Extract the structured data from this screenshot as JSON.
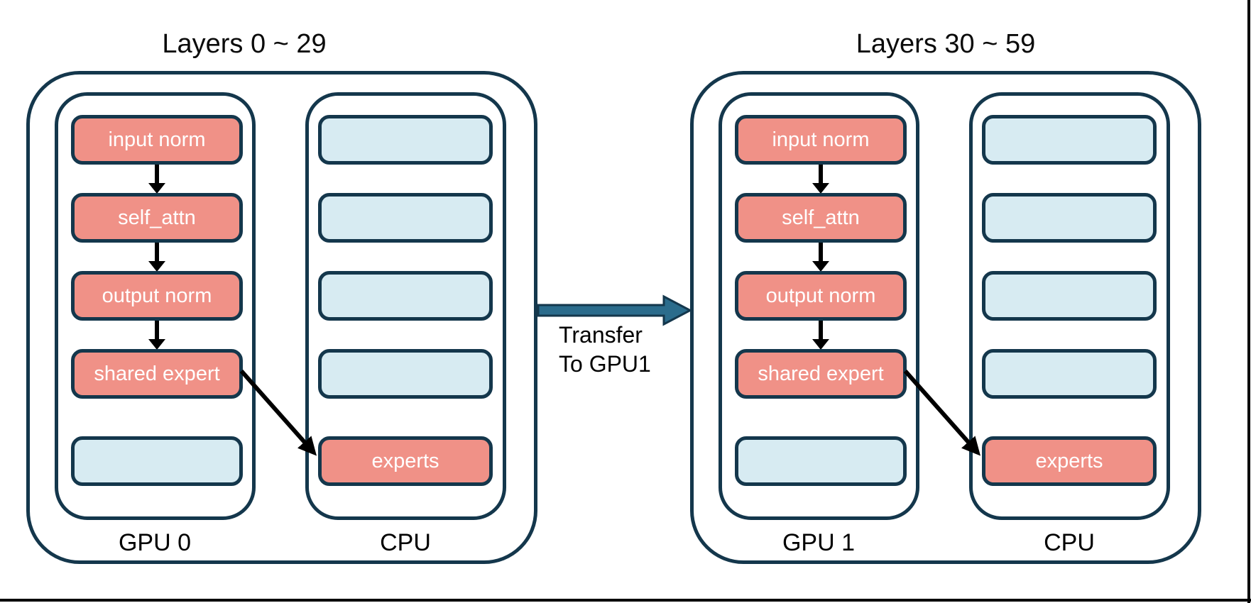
{
  "colors": {
    "box_salmon": "#F09187",
    "box_blue": "#D7EBF2",
    "outline_navy": "#14374C",
    "transfer_arrow_teal": "#2B6C8C",
    "text_white": "#FFFFFF",
    "text_black": "#000000"
  },
  "groups": [
    {
      "title": "Layers 0 ~ 29",
      "gpu": {
        "label": "GPU 0",
        "boxes": [
          {
            "label": "input norm",
            "style": "salmon"
          },
          {
            "label": "self_attn",
            "style": "salmon"
          },
          {
            "label": "output norm",
            "style": "salmon"
          },
          {
            "label": "shared expert",
            "style": "salmon"
          },
          {
            "label": "",
            "style": "blue"
          }
        ]
      },
      "cpu": {
        "label": "CPU",
        "boxes": [
          {
            "label": "",
            "style": "blue"
          },
          {
            "label": "",
            "style": "blue"
          },
          {
            "label": "",
            "style": "blue"
          },
          {
            "label": "",
            "style": "blue"
          },
          {
            "label": "experts",
            "style": "salmon"
          }
        ]
      }
    },
    {
      "title": "Layers 30 ~ 59",
      "gpu": {
        "label": "GPU 1",
        "boxes": [
          {
            "label": "input norm",
            "style": "salmon"
          },
          {
            "label": "self_attn",
            "style": "salmon"
          },
          {
            "label": "output norm",
            "style": "salmon"
          },
          {
            "label": "shared expert",
            "style": "salmon"
          },
          {
            "label": "",
            "style": "blue"
          }
        ]
      },
      "cpu": {
        "label": "CPU",
        "boxes": [
          {
            "label": "",
            "style": "blue"
          },
          {
            "label": "",
            "style": "blue"
          },
          {
            "label": "",
            "style": "blue"
          },
          {
            "label": "",
            "style": "blue"
          },
          {
            "label": "experts",
            "style": "salmon"
          }
        ]
      }
    }
  ],
  "transfer": {
    "line1": "Transfer",
    "line2": "To GPU1"
  }
}
